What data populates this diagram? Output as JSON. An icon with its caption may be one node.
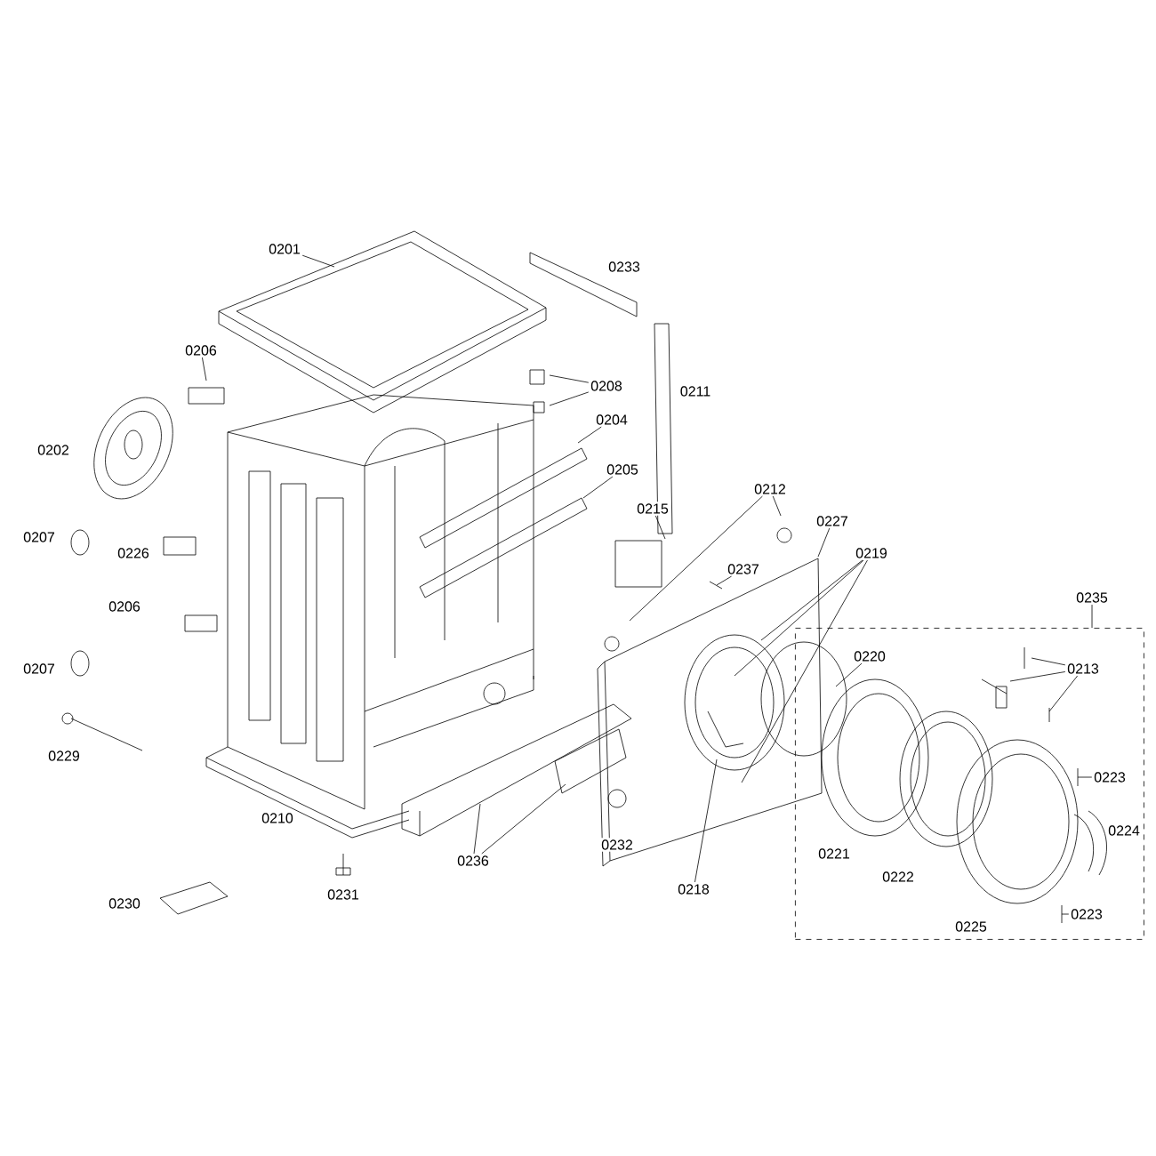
{
  "diagram": {
    "nodes": [
      {
        "text": [
          "0201"
        ]
      },
      {
        "text": [
          "0206"
        ]
      },
      {
        "text": [
          "0202"
        ]
      },
      {
        "text": [
          "0208"
        ]
      },
      {
        "text": [
          "0204"
        ]
      },
      {
        "text": [
          "0205"
        ]
      },
      {
        "text": [
          "0233"
        ]
      },
      {
        "text": [
          "0211"
        ]
      },
      {
        "text": [
          "0207"
        ]
      },
      {
        "text": [
          "0226"
        ]
      },
      {
        "text": [
          "0212"
        ]
      },
      {
        "text": [
          "0215"
        ]
      },
      {
        "text": [
          "0227"
        ]
      },
      {
        "text": [
          "0219"
        ]
      },
      {
        "text": [
          "0237"
        ]
      },
      {
        "text": [
          "0206"
        ]
      },
      {
        "text": [
          "0207"
        ]
      },
      {
        "text": [
          "0235"
        ]
      },
      {
        "text": [],
        "shape": "box"
      },
      {
        "text": [
          "0220"
        ],
        "in": 18
      },
      {
        "text": [
          "0213"
        ],
        "in": 18
      },
      {
        "text": [
          "0229"
        ]
      },
      {
        "text": [
          "0223"
        ],
        "in": 18
      },
      {
        "text": [
          "0210"
        ]
      },
      {
        "text": [
          "0224"
        ],
        "in": 18
      },
      {
        "text": [
          "0236"
        ]
      },
      {
        "text": [
          "0232"
        ]
      },
      {
        "text": [
          "0221"
        ],
        "in": 18
      },
      {
        "text": [
          "0222"
        ],
        "in": 18
      },
      {
        "text": [
          "0218"
        ]
      },
      {
        "text": [
          "0231"
        ]
      },
      {
        "text": [
          "0230"
        ]
      },
      {
        "text": [
          "0225"
        ],
        "in": 18
      },
      {
        "text": [
          "0223"
        ],
        "in": 18
      }
    ],
    "edges": [
      {
        "from": 0,
        "to": null,
        "arrow": "none"
      },
      {
        "from": 1,
        "to": null,
        "arrow": "none"
      },
      {
        "from": 3,
        "to": null,
        "arrow": "none"
      },
      {
        "from": 3,
        "to": null,
        "arrow": "none"
      },
      {
        "from": 4,
        "to": null,
        "arrow": "none"
      },
      {
        "from": 5,
        "to": null,
        "arrow": "none"
      },
      {
        "from": 10,
        "to": null,
        "arrow": "none"
      },
      {
        "from": 10,
        "to": null,
        "arrow": "none"
      },
      {
        "from": 11,
        "to": null,
        "arrow": "none"
      },
      {
        "from": 12,
        "to": null,
        "arrow": "none"
      },
      {
        "from": 13,
        "to": null,
        "arrow": "none"
      },
      {
        "from": 13,
        "to": null,
        "arrow": "none"
      },
      {
        "from": 13,
        "to": null,
        "arrow": "none"
      },
      {
        "from": 14,
        "to": null,
        "arrow": "none"
      },
      {
        "from": 17,
        "to": 18,
        "arrow": "none"
      },
      {
        "from": 19,
        "to": null,
        "arrow": "none"
      },
      {
        "from": 20,
        "to": null,
        "arrow": "none"
      },
      {
        "from": 20,
        "to": null,
        "arrow": "none"
      },
      {
        "from": 20,
        "to": null,
        "arrow": "none"
      },
      {
        "from": 22,
        "to": null,
        "arrow": "none"
      },
      {
        "from": 25,
        "to": null,
        "arrow": "none"
      },
      {
        "from": 25,
        "to": null,
        "arrow": "none"
      },
      {
        "from": 29,
        "to": null,
        "arrow": "none"
      },
      {
        "from": 33,
        "to": null,
        "arrow": "none"
      }
    ]
  }
}
